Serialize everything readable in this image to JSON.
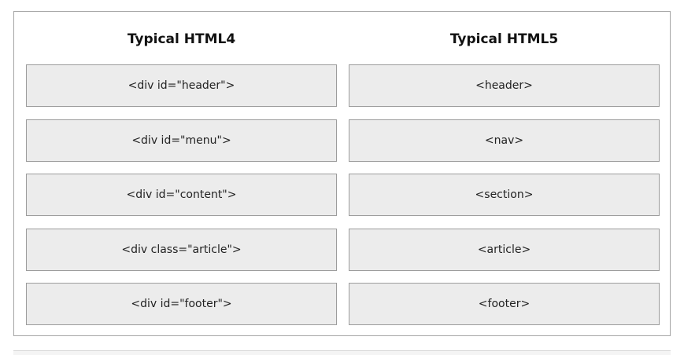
{
  "html4": {
    "title": "Typical HTML4",
    "items": [
      "<div id=\"header\">",
      "<div id=\"menu\">",
      "<div id=\"content\">",
      "<div class=\"article\">",
      "<div id=\"footer\">"
    ]
  },
  "html5": {
    "title": "Typical HTML5",
    "items": [
      "<header>",
      "<nav>",
      "<section>",
      "<article>",
      "<footer>"
    ]
  }
}
